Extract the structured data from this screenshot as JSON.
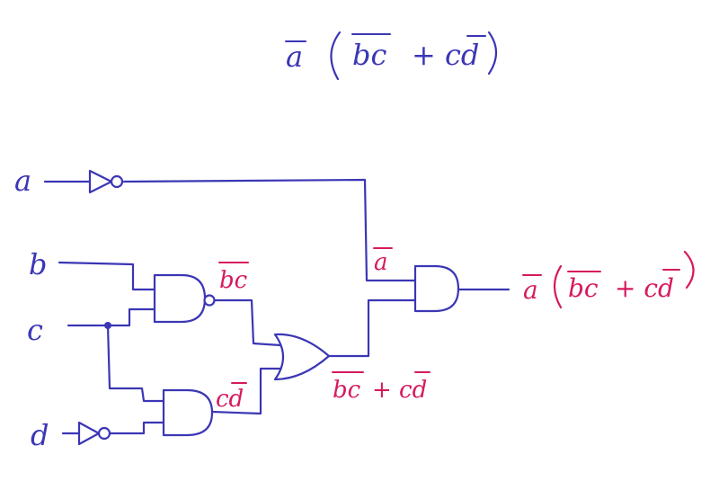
{
  "equation": {
    "not_a": "a",
    "not_bc": "bc",
    "plus_cd": "+ cd",
    "colors": {
      "equation": "#3b36b5"
    }
  },
  "inputs": {
    "a": "a",
    "b": "b",
    "c": "c",
    "d": "d"
  },
  "labels": {
    "nand_out": "bc",
    "and_cd_out": "cd",
    "or_out_bc": "bc",
    "or_out_cd": "+ cd",
    "not_a_label": "a",
    "final_not_a": "a",
    "final_bc": "bc",
    "final_cd": "+ cd"
  },
  "colors": {
    "wire": "#3b36b5",
    "annotation": "#d6195e"
  },
  "gates": [
    "not-gate-a",
    "not-gate-d",
    "nand-gate-bc",
    "and-gate-cd",
    "or-gate",
    "and-gate-final"
  ]
}
